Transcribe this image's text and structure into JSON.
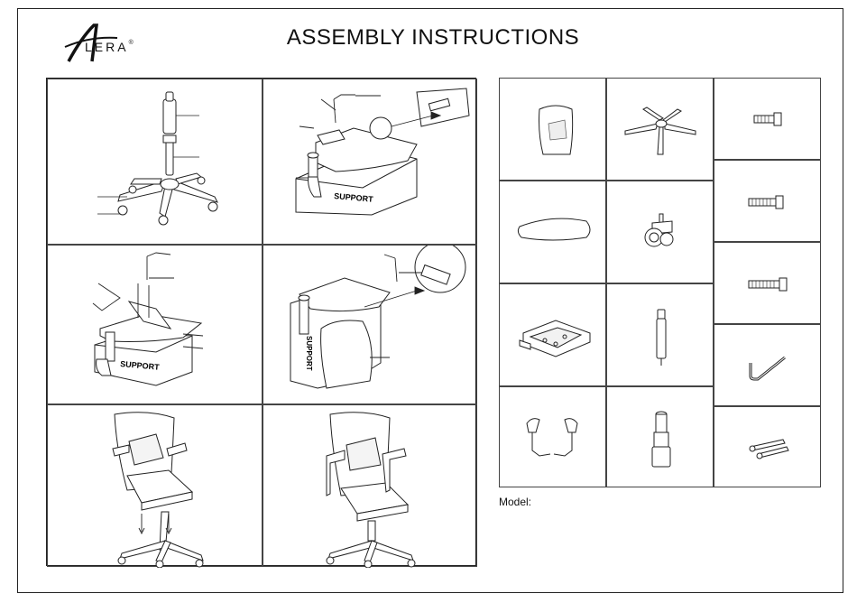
{
  "header": {
    "brand": "LERA",
    "brand_mark": "A",
    "brand_registered": "®",
    "title": "ASSEMBLY INSTRUCTIONS"
  },
  "steps": [
    {
      "id": 1,
      "icon": "base-gas-lift-casters-illustration"
    },
    {
      "id": 2,
      "icon": "mechanism-attach-seat-illustration"
    },
    {
      "id": 3,
      "icon": "armrest-attach-seat-illustration"
    },
    {
      "id": 4,
      "icon": "backrest-attach-illustration"
    },
    {
      "id": 5,
      "icon": "chair-onto-base-illustration"
    },
    {
      "id": 6,
      "icon": "assembled-chair-illustration"
    }
  ],
  "step_labels": {
    "support_a": "SUPPORT",
    "support_b": "SUPPORT",
    "support_c": "SUPPORT"
  },
  "parts": [
    {
      "name": "backrest",
      "icon": "backrest-icon"
    },
    {
      "name": "base",
      "icon": "five-star-base-icon"
    },
    {
      "name": "bolt-short",
      "icon": "bolt-icon"
    },
    {
      "name": "seat",
      "icon": "seat-cushion-icon"
    },
    {
      "name": "caster",
      "icon": "caster-icon"
    },
    {
      "name": "bolt-medium",
      "icon": "bolt-icon"
    },
    {
      "name": "mechanism",
      "icon": "tilt-mechanism-icon"
    },
    {
      "name": "gas-lift",
      "icon": "gas-lift-icon"
    },
    {
      "name": "bolt-long",
      "icon": "bolt-icon"
    },
    {
      "name": "armrests",
      "icon": "armrest-pair-icon"
    },
    {
      "name": "gas-lift-cover",
      "icon": "gas-lift-cover-icon"
    },
    {
      "name": "allen-key",
      "icon": "allen-key-icon"
    },
    {
      "name": "screwdrivers",
      "icon": "tool-pair-icon"
    }
  ],
  "footer": {
    "model_label": "Model:"
  }
}
